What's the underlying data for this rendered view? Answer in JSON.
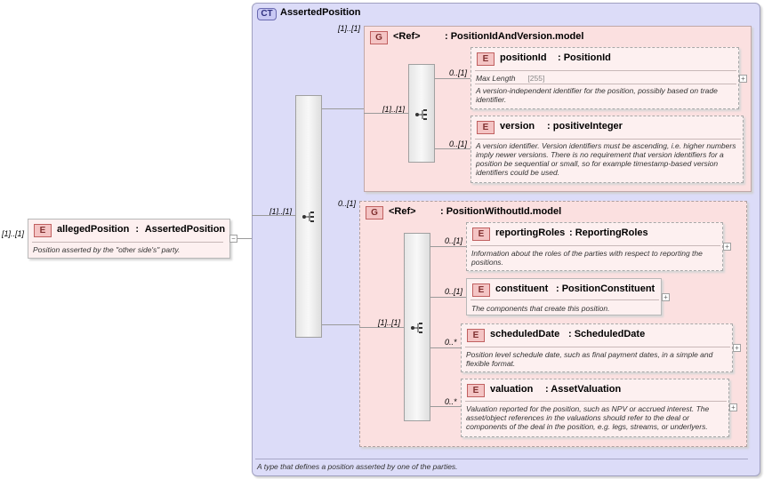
{
  "root": {
    "cardinality": "[1]..[1]",
    "badge": "E",
    "name": "allegedPosition",
    "type": "AssertedPosition",
    "description": "Position asserted by the \"other side's\" party."
  },
  "complex_type": {
    "badge": "CT",
    "name": "AssertedPosition",
    "description": "A type that defines a position asserted by one of the parties.",
    "sequence_cardinality": "[1]..[1]"
  },
  "group1": {
    "cardinality": "[1]..[1]",
    "badge": "G",
    "ref": "<Ref>",
    "name": ": PositionIdAndVersion.model",
    "sequence_cardinality": "[1]..[1]",
    "elements": [
      {
        "cardinality": "0..[1]",
        "badge": "E",
        "name": "positionId",
        "type": ": PositionId",
        "facet_label": "Max Length",
        "facet_value": "[255]",
        "description": "A version-independent identifier for the position, possibly based on trade identifier."
      },
      {
        "cardinality": "0..[1]",
        "badge": "E",
        "name": "version",
        "type": ": positiveInteger",
        "description": "A version identifier. Version identifiers must be ascending, i.e. higher numbers imply newer versions.  There is no requirement that version identifiers for a position be sequential or small, so for example timestamp-based version identifiers could be used."
      }
    ]
  },
  "group2": {
    "cardinality": "0..[1]",
    "badge": "G",
    "ref": "<Ref>",
    "name": ": PositionWithoutId.model",
    "sequence_cardinality": "[1]..[1]",
    "elements": [
      {
        "cardinality": "0..[1]",
        "badge": "E",
        "name": "reportingRoles",
        "type": ": ReportingRoles",
        "description": "Information about the roles of the parties with respect to reporting the positions."
      },
      {
        "cardinality": "0..[1]",
        "badge": "E",
        "name": "constituent",
        "type": ": PositionConstituent",
        "description": "The components that create this position."
      },
      {
        "cardinality": "0..*",
        "badge": "E",
        "name": "scheduledDate",
        "type": ": ScheduledDate",
        "description": "Position level schedule date, such as final payment dates, in a simple and flexible format."
      },
      {
        "cardinality": "0..*",
        "badge": "E",
        "name": "valuation",
        "type": ": AssetValuation",
        "description": "Valuation reported for the position, such as NPV or accrued interest. The asset/object references in the valuations should refer to the deal or components of the deal in the position, e.g. legs, streams, or underlyers."
      }
    ]
  },
  "icons": {
    "sequence": "sequence-icon",
    "expander": "collapse-toggle-icon"
  },
  "colors": {
    "element_bg": "#fdf0f0",
    "complex_type_bg": "#dcdcf8",
    "group_bg": "#fbe0e0"
  }
}
